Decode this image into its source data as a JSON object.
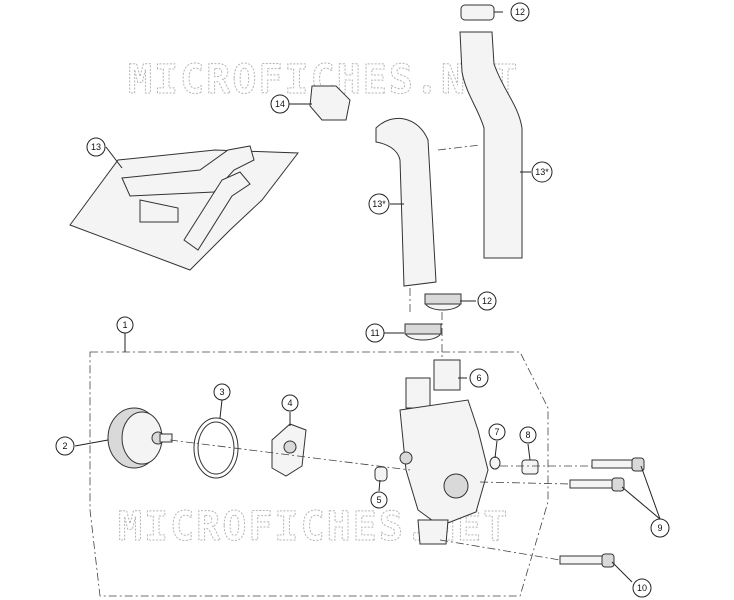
{
  "watermark": "MICROFICHES.NET",
  "callouts": {
    "c1": "1",
    "c2": "2",
    "c3": "3",
    "c4": "4",
    "c5": "5",
    "c6": "6",
    "c7": "7",
    "c8": "8",
    "c9": "9",
    "c10": "10",
    "c11": "11",
    "c12a": "12",
    "c12b": "12",
    "c13": "13",
    "c13a": "13*",
    "c13b": "13*",
    "c14": "14"
  }
}
